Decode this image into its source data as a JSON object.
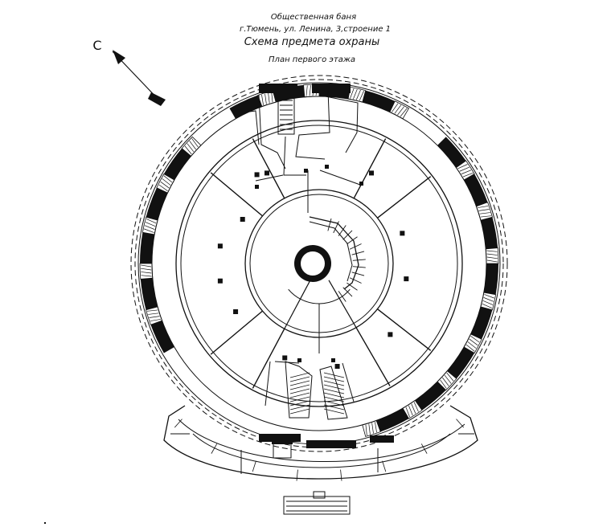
{
  "title": {
    "line1": "Общественная баня",
    "line2": "г.Тюмень, ул. Ленина, 3,строение 1",
    "line3": "Схема предмета охраны",
    "line4": "План первого этажа"
  },
  "north_label": "С",
  "colors": {
    "ink": "#111111",
    "paper": "#ffffff"
  }
}
